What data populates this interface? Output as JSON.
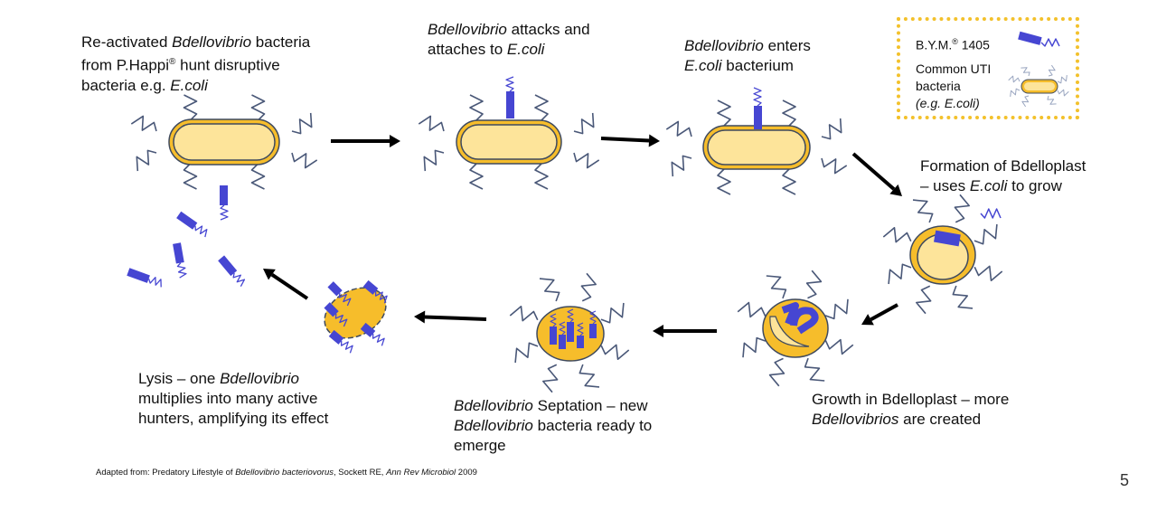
{
  "slide": {
    "page_number": "5",
    "citation": {
      "prefix": "Adapted from: Predatory Lifestyle of ",
      "species": "Bdellovibrio bacteriovorus",
      "middle": ", Sockett RE, ",
      "journal": "Ann Rev Microbiol",
      "year": " 2009"
    }
  },
  "steps": [
    {
      "id": "reactivated",
      "lines": [
        [
          {
            "t": "Re-activated "
          },
          {
            "t": "Bdellovibrio",
            "i": true
          },
          {
            "t": " bacteria"
          }
        ],
        [
          {
            "t": "from P.Happi"
          },
          {
            "t": "®",
            "sup": true
          },
          {
            "t": " hunt disruptive"
          }
        ],
        [
          {
            "t": "bacteria e.g. "
          },
          {
            "t": "E.coli",
            "i": true
          }
        ]
      ]
    },
    {
      "id": "attacks",
      "lines": [
        [
          {
            "t": "Bdellovibrio",
            "i": true
          },
          {
            "t": " attacks and"
          }
        ],
        [
          {
            "t": "attaches to "
          },
          {
            "t": "E.coli",
            "i": true
          }
        ]
      ]
    },
    {
      "id": "enters",
      "lines": [
        [
          {
            "t": "Bdellovibrio",
            "i": true
          },
          {
            "t": " enters"
          }
        ],
        [
          {
            "t": "E.coli",
            "i": true
          },
          {
            "t": " bacterium"
          }
        ]
      ]
    },
    {
      "id": "bdelloplast",
      "lines": [
        [
          {
            "t": "Formation of Bdelloplast"
          }
        ],
        [
          {
            "t": "– uses "
          },
          {
            "t": "E.coli",
            "i": true
          },
          {
            "t": " to grow"
          }
        ]
      ]
    },
    {
      "id": "growth",
      "lines": [
        [
          {
            "t": "Growth in Bdelloplast – more"
          }
        ],
        [
          {
            "t": "Bdellovibrios",
            "i": true
          },
          {
            "t": " are created"
          }
        ]
      ]
    },
    {
      "id": "septation",
      "lines": [
        [
          {
            "t": "Bdellovibrio",
            "i": true
          },
          {
            "t": " Septation – new"
          }
        ],
        [
          {
            "t": "Bdellovibrio",
            "i": true
          },
          {
            "t": " bacteria ready to"
          }
        ],
        [
          {
            "t": "emerge"
          }
        ]
      ]
    },
    {
      "id": "lysis",
      "lines": [
        [
          {
            "t": "Lysis – one "
          },
          {
            "t": "Bdellovibrio",
            "i": true
          }
        ],
        [
          {
            "t": "multiplies into many active"
          }
        ],
        [
          {
            "t": "hunters, amplifying its effect"
          }
        ]
      ]
    }
  ],
  "legend": {
    "bym_label": "B.Y.M.",
    "bym_reg": "®",
    "bym_code": " 1405",
    "uti_line1": "Common UTI",
    "uti_line2": "bacteria",
    "uti_line3": "(e.g. E.coli)"
  },
  "colors": {
    "ecoli_fill": "#fde49a",
    "ecoli_ring": "#f6bd2b",
    "outline": "#3f4a5e",
    "flagella": "#4a5878",
    "bdellovibrio": "#4646d2",
    "arrow": "#000000",
    "legend_border": "#f3c12b"
  }
}
